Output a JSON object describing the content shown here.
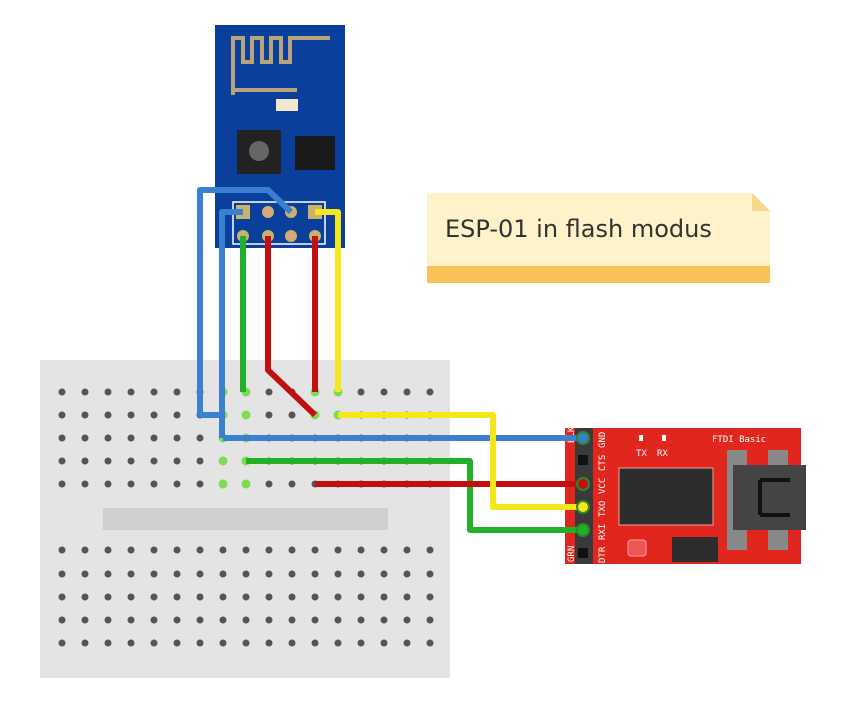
{
  "note": {
    "text": "ESP-01 in flash modus"
  },
  "ftdi": {
    "title": "FTDI Basic",
    "led_tx": "TX",
    "led_rx": "RX",
    "pins": [
      "GND",
      "CTS",
      "VCC",
      "TXO",
      "RXI",
      "DTR"
    ],
    "side_top": "BLK",
    "side_bottom": "GRN"
  },
  "colors": {
    "wire_blue": "#3a7fd0",
    "wire_green": "#22b028",
    "wire_red": "#c01010",
    "wire_yellow": "#f5e81a",
    "esp_board": "#0a3f9c",
    "ftdi_board": "#e0261d",
    "breadboard": "#e4e4e4",
    "note_bg": "#fdf2c9",
    "note_band": "#f8c257"
  }
}
